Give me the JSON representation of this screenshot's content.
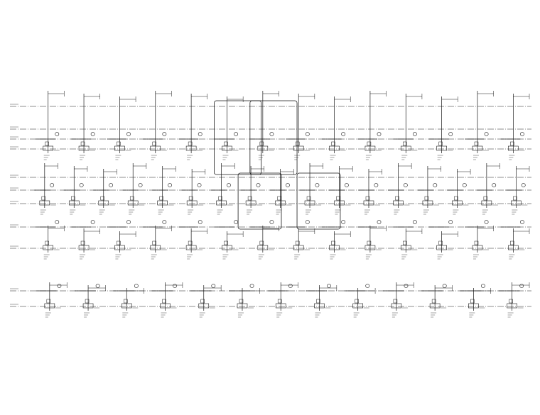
{
  "drawing": {
    "ink_color": "#1a1a1a",
    "paper_color": "#ffffff",
    "rows": [
      {
        "levels": 4,
        "systems": 14,
        "highlighted": [
          5,
          6
        ]
      },
      {
        "levels": 3,
        "systems": 17,
        "highlighted": [
          7,
          9
        ]
      },
      {
        "levels": 2,
        "systems": 14,
        "highlighted": []
      },
      {
        "levels": 2,
        "systems": 13,
        "highlighted": []
      }
    ],
    "notes": [
      "",
      "",
      "",
      "",
      ""
    ]
  }
}
